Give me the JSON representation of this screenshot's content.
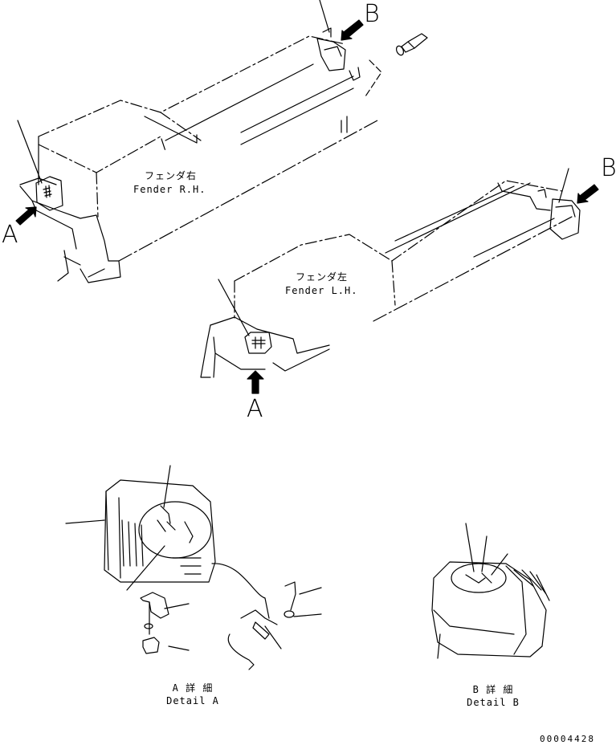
{
  "callouts": {
    "b_top": "B",
    "b_right": "B",
    "a_left": "A",
    "a_bottom": "A"
  },
  "fender_rh": {
    "jp": "フェンダ右",
    "en": "Fender R.H."
  },
  "fender_lh": {
    "jp": "フェンダ左",
    "en": "Fender L.H."
  },
  "detail_a": {
    "jp": "A 詳 細",
    "en": "Detail A"
  },
  "detail_b": {
    "jp": "B 詳 細",
    "en": "Detail B"
  },
  "drawing_number": "00004428"
}
